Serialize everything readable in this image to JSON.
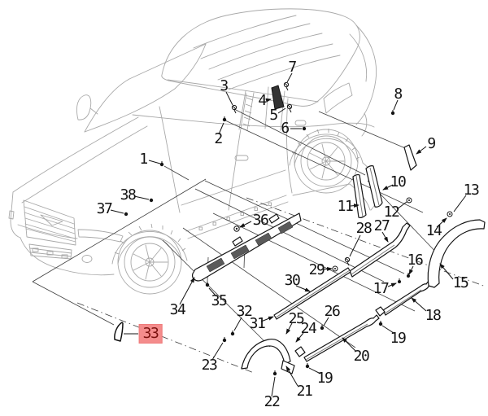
{
  "diagram": {
    "description_label": "",
    "highlighted_callout": "33",
    "callouts": [
      {
        "text": "1"
      },
      {
        "text": "2"
      },
      {
        "text": "3"
      },
      {
        "text": "4"
      },
      {
        "text": "5"
      },
      {
        "text": "6"
      },
      {
        "text": "7"
      },
      {
        "text": "8"
      },
      {
        "text": "9"
      },
      {
        "text": "10"
      },
      {
        "text": "11"
      },
      {
        "text": "12"
      },
      {
        "text": "13"
      },
      {
        "text": "14"
      },
      {
        "text": "15"
      },
      {
        "text": "16"
      },
      {
        "text": "17"
      },
      {
        "text": "18"
      },
      {
        "text": "19"
      },
      {
        "text": "19"
      },
      {
        "text": "20"
      },
      {
        "text": "21"
      },
      {
        "text": "22"
      },
      {
        "text": "23"
      },
      {
        "text": "24"
      },
      {
        "text": "25"
      },
      {
        "text": "26"
      },
      {
        "text": "27"
      },
      {
        "text": "28"
      },
      {
        "text": "29"
      },
      {
        "text": "30"
      },
      {
        "text": "31"
      },
      {
        "text": "32"
      },
      {
        "text": "33"
      },
      {
        "text": "34"
      },
      {
        "text": "35"
      },
      {
        "text": "36"
      },
      {
        "text": "37"
      },
      {
        "text": "38"
      }
    ]
  },
  "colors": {
    "background": "#ffffff",
    "car_line": "#a9a9a9",
    "part_line": "#141414",
    "highlight_bg": "#f48c8c",
    "highlight_text": "#7a110e"
  }
}
